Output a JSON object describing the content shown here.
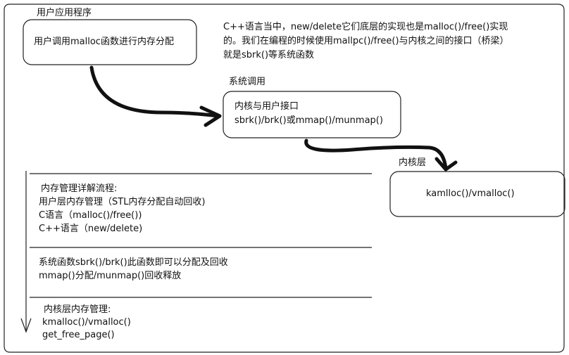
{
  "user_app": {
    "title": "用户应用程序",
    "box_text": "用户调用malloc函数进行内存分配"
  },
  "note": {
    "lines": [
      "C++语言当中，new/delete它们底层的实现也是malloc()/free()实现",
      "的。我们在编程的时候使用mallpc()/free()与内核之间的接口（桥梁）",
      "就是sbrk()等系统函数"
    ]
  },
  "syscall": {
    "title": "系统调用",
    "lines": [
      "内核与用户接口",
      "sbrk()/brk()或mmap()/munmap()"
    ]
  },
  "kernel": {
    "title": "内核层",
    "box_text": "kamlloc()/vmalloc()"
  },
  "flow": {
    "section1": [
      "内存管理详解流程:",
      "用户层内存管理（STL内存分配自动回收)",
      "C语言（malloc()/free())",
      "C++语言（new/delete)"
    ],
    "section2": [
      "系统函数sbrk()/brk()此函数即可以分配及回收",
      "mmap()分配/munmap()回收释放"
    ],
    "section3": [
      "内核层内存管理:",
      "kmalloc()/vmalloc()",
      "get_free_page()"
    ]
  }
}
